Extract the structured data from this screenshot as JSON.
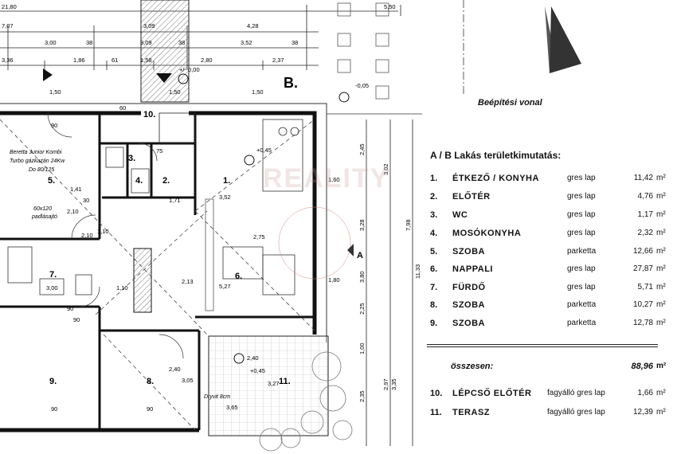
{
  "legend": {
    "build_line_label": "Beépítési vonal",
    "title": "A / B Lakás területkimutatás:",
    "rooms": [
      {
        "num": "1.",
        "name": "ÉTKEZŐ / KONYHA",
        "material": "gres lap",
        "area": "11,42",
        "unit": "m²"
      },
      {
        "num": "2.",
        "name": "ELŐTÉR",
        "material": "gres lap",
        "area": "4,76",
        "unit": "m²"
      },
      {
        "num": "3.",
        "name": "WC",
        "material": "gres lap",
        "area": "1,17",
        "unit": "m²"
      },
      {
        "num": "4.",
        "name": "MOSÓKONYHA",
        "material": "gres lap",
        "area": "2,32",
        "unit": "m²"
      },
      {
        "num": "5.",
        "name": "SZOBA",
        "material": "parketta",
        "area": "12,66",
        "unit": "m²"
      },
      {
        "num": "6.",
        "name": "NAPPALI",
        "material": "gres lap",
        "area": "27,87",
        "unit": "m²"
      },
      {
        "num": "7.",
        "name": "FÜRDŐ",
        "material": "gres lap",
        "area": "5,71",
        "unit": "m²"
      },
      {
        "num": "8.",
        "name": "SZOBA",
        "material": "parketta",
        "area": "10,27",
        "unit": "m²"
      },
      {
        "num": "9.",
        "name": "SZOBA",
        "material": "parketta",
        "area": "12,78",
        "unit": "m²"
      }
    ],
    "total_label": "összesen:",
    "total_value": "88,96",
    "total_unit": "m²",
    "extra": [
      {
        "num": "10.",
        "name": "LÉPCSŐ ELŐTÉR",
        "material": "fagyálló gres lap",
        "area": "1,66",
        "unit": "m²"
      },
      {
        "num": "11.",
        "name": "TERASZ",
        "material": "fagyálló gres lap",
        "area": "12,39",
        "unit": "m²"
      }
    ]
  },
  "plan": {
    "section_label": "B.",
    "room_numbers": [
      "1.",
      "2.",
      "3.",
      "4.",
      "5.",
      "6.",
      "7.",
      "8.",
      "9.",
      "10.",
      "11."
    ],
    "boiler_note_1": "Beretta Junior Kombi",
    "boiler_note_2": "Turbo gázkazán 24Kw",
    "boiler_note_3": "Do 80/125",
    "attic_note_1": "60x120",
    "attic_note_2": "padlásajtó",
    "drywall_note": "Dryvit 8cm",
    "level_entry": "+/- 0,00",
    "level_1": "+0,45",
    "level_2": "+0,45",
    "level_3": "-0,05",
    "section_a": "A",
    "watermark": "REALITY",
    "top_dims_row1": [
      "21,80",
      "5,50"
    ],
    "top_dims_row2": [
      "7,07",
      "3,09",
      "4,28"
    ],
    "top_dims_row3": [
      "3,00",
      "38",
      "3,09",
      "38",
      "3,52",
      "38"
    ],
    "top_dims_row4": [
      "3,36",
      "1,86",
      "61",
      "1,58",
      "2,80",
      "2,37"
    ],
    "right_dims": [
      "2,45",
      "3,02",
      "7,98",
      "11,33",
      "3,28",
      "3,80",
      "2,25",
      "1,00",
      "2,35",
      "2,97",
      "3,35"
    ],
    "inner_dims": [
      "90",
      "30",
      "2,10",
      "1,10",
      "75",
      "1,41",
      "3,52",
      "2,75",
      "2,10",
      "5,27",
      "1,10",
      "2,13",
      "3,00",
      "90",
      "2,40",
      "3,05",
      "3,65",
      "3,27",
      "1,60",
      "1,80",
      "2,40",
      "90",
      "90",
      "90",
      "60",
      "1,71",
      "1,50",
      "1,50",
      "1,50"
    ]
  }
}
